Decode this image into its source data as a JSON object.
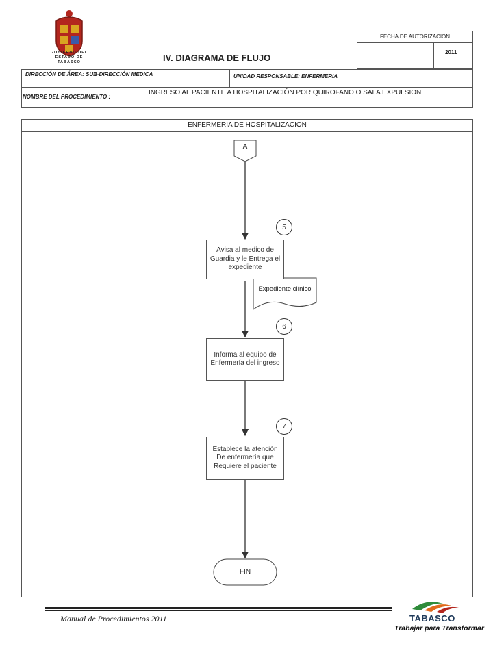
{
  "header": {
    "org_logo_text": "GOBIERNO DEL ESTADO DE TABASCO",
    "title": "IV. DIAGRAMA  DE FLUJO",
    "auth_label": "FECHA DE AUTORIZACIÓN",
    "auth_year": "2011",
    "direccion": "DIRECCIÓN DE ÁREA: SUB-DIRECCIÓN MEDICA",
    "unidad": "UNIDAD RESPONSABLE: ENFERMERIA",
    "procedimiento_label": "NOMBRE DEL PROCEDIMIENTO :",
    "procedimiento": "INGRESO AL PACIENTE A HOSPITALIZACIÓN POR QUIROFANO O SALA EXPULSION"
  },
  "diagram": {
    "lane_title": "ENFERMERIA DE HOSPITALIZACION",
    "connector": "A",
    "steps": [
      {
        "number": "5",
        "text": "Avisa al medico de Guardia y le Entrega el expediente"
      },
      {
        "number": "6",
        "text": "Informa al equipo de Enfermería del ingreso"
      },
      {
        "number": "7",
        "text": "Establece la atención De enfermería que Requiere el paciente"
      }
    ],
    "document": "Expediente clínico",
    "end": "FIN"
  },
  "footer": {
    "manual": "Manual de Procedimientos 2011",
    "brand": "TABASCO",
    "slogan": "Trabajar para Transformar"
  },
  "colors": {
    "logo_red": "#b3261e",
    "logo_gold": "#d9a521",
    "brand_green": "#2e8b3a",
    "brand_orange": "#e06a1b"
  }
}
